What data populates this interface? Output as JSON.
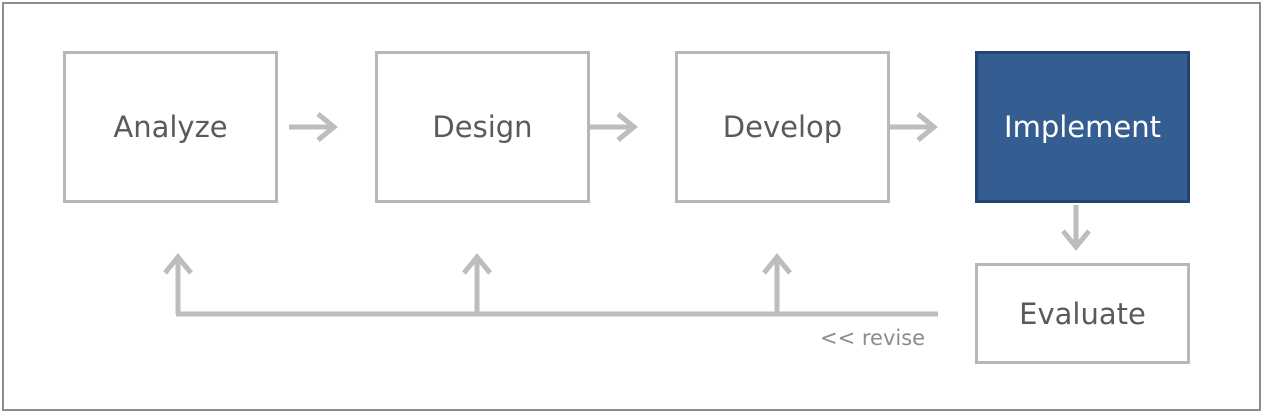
{
  "diagram": {
    "steps": [
      {
        "id": "analyze",
        "label": "Analyze"
      },
      {
        "id": "design",
        "label": "Design"
      },
      {
        "id": "develop",
        "label": "Develop"
      },
      {
        "id": "implement",
        "label": "Implement"
      },
      {
        "id": "evaluate",
        "label": "Evaluate"
      }
    ],
    "active_step": "implement",
    "revise_label": "<< revise",
    "colors": {
      "box_border": "#b7b7b7",
      "box_text": "#5a5a5a",
      "active_fill": "#345e91",
      "active_border": "#22446e",
      "active_text": "#ffffff",
      "arrow": "#bdbdbd",
      "frame": "#8c8c8c"
    }
  }
}
